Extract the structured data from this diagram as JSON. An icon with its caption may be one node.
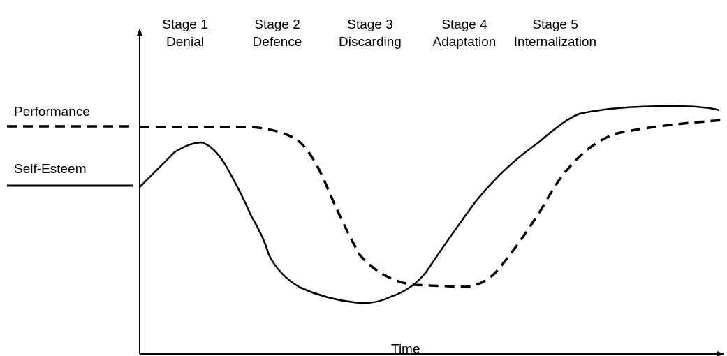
{
  "diagram": {
    "labels": [
      "Stage 1 Denial",
      "Stage 2 Defence",
      "Stage 3 Discarding",
      "Stage 4 Adaptation",
      "Stage 5 Internalization",
      "Time"
    ],
    "legend": [
      {
        "text": "Performance"
      },
      {
        "text": "Self-Esteem"
      }
    ]
  }
}
